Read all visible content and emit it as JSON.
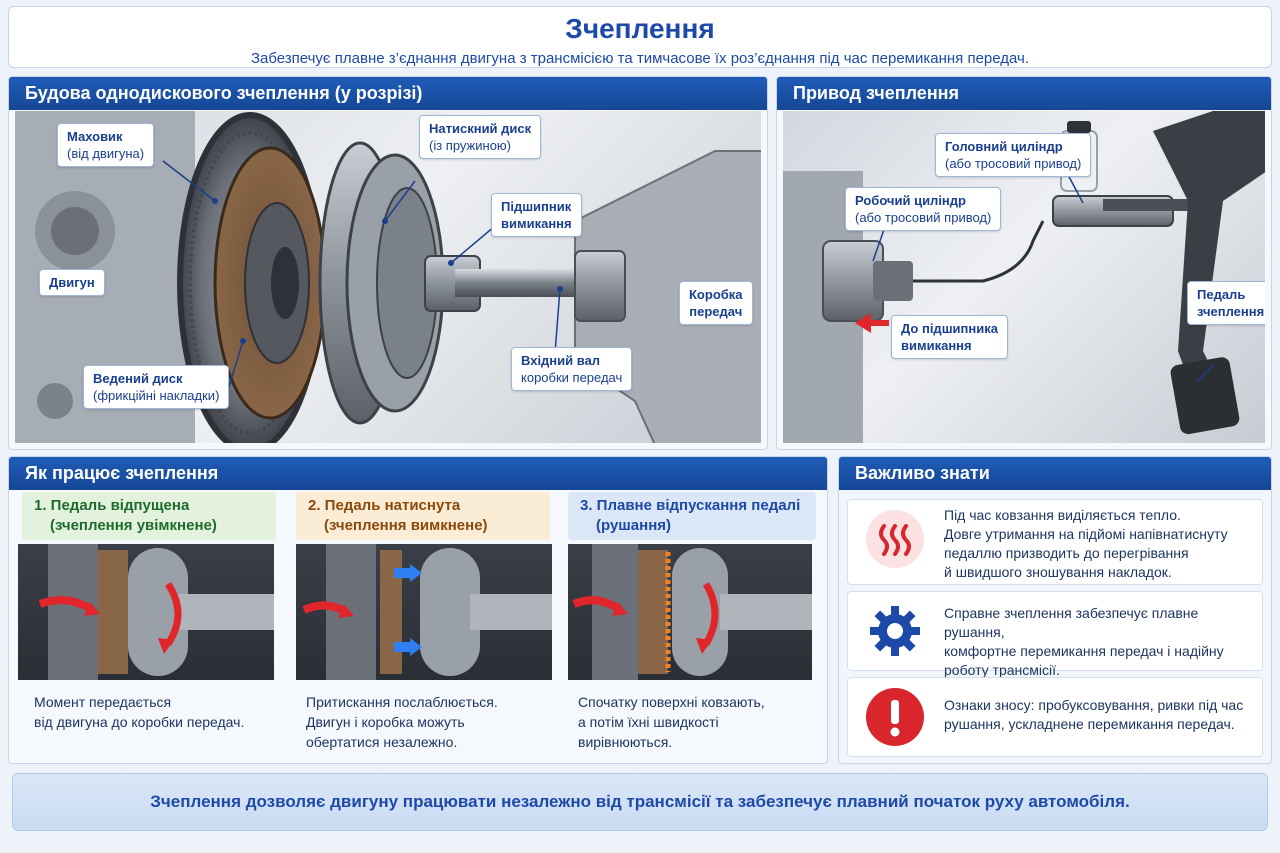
{
  "header": {
    "title": "Зчеплення",
    "subtitle": "Забезпечує плавне з’єднання двигуна з трансмісією та тимчасове їх роз’єднання під час перемикання передач."
  },
  "structure": {
    "title": "Будова однодискового зчеплення (у розрізі)",
    "labels": {
      "flywheel": {
        "title": "Маховик",
        "sub": "(від двигуна)"
      },
      "pressure_plate": {
        "title": "Натискний диск",
        "sub": "(із пружиною)"
      },
      "release_bearing": {
        "title": "Підшипник",
        "sub": "вимикання"
      },
      "engine": {
        "title": "Двигун"
      },
      "gearbox": {
        "title": "Коробка",
        "sub": "передач"
      },
      "input_shaft": {
        "title": "Вхідний вал",
        "sub": "коробки передач"
      },
      "driven_disc": {
        "title": "Ведений диск",
        "sub": "(фрикційні накладки)"
      }
    }
  },
  "drive": {
    "title": "Привод зчеплення",
    "labels": {
      "master_cylinder": {
        "title": "Головний циліндр",
        "sub": "(або тросовий привод)"
      },
      "slave_cylinder": {
        "title": "Робочий циліндр",
        "sub": "(або тросовий привод)"
      },
      "to_bearing": {
        "title": "До підшипника",
        "sub": "вимикання"
      },
      "pedal": {
        "title": "Педаль",
        "sub": "зчеплення"
      }
    }
  },
  "how": {
    "title": "Як працює зчеплення",
    "steps": [
      {
        "title": "1. Педаль відпущена",
        "subtitle": "(зчеплення увімкнене)",
        "lines": [
          "Момент передається",
          "від двигуна до коробки передач."
        ],
        "color": "#1e6b2e",
        "bg": "#e3f2dc"
      },
      {
        "title": "2. Педаль натиснута",
        "subtitle": "(зчеплення вимкнене)",
        "lines": [
          "Притискання послаблюється.",
          "Двигун і коробка можуть",
          "обертатися незалежно."
        ],
        "color": "#8a4a0c",
        "bg": "#fbecd6"
      },
      {
        "title": "3. Плавне відпускання педалі",
        "subtitle": "(рушання)",
        "lines": [
          "Спочатку поверхні ковзають,",
          "а потім їхні швидкості",
          "вирівнюються."
        ],
        "color": "#1d49a8",
        "bg": "#dbe7f7"
      }
    ]
  },
  "important": {
    "title": "Важливо знати",
    "items": [
      {
        "icon": "heat-icon",
        "lines": [
          "Під час ковзання виділяється тепло.",
          "Довге утримання на підйомі напівнатиснуту",
          "педаллю призводить до перегрівання",
          "й швидшого зношування накладок."
        ]
      },
      {
        "icon": "gear-icon",
        "lines": [
          "Справне зчеплення забезпечує плавне рушання,",
          "комфортне перемикання передач і надійну",
          "роботу трансмісії."
        ]
      },
      {
        "icon": "warning-icon",
        "lines": [
          "Ознаки зносу: пробуксовування, ривки під час",
          "рушання, ускладнене перемикання передач."
        ]
      }
    ]
  },
  "footer": {
    "text": "Зчеплення дозволяє двигуну працювати незалежно від трансмісії та забезпечує плавний початок руху автомобіля."
  },
  "colors": {
    "primary": "#1d49a8",
    "panel_head": "#1f5cb8",
    "accent_red": "#e0262b",
    "accent_blue": "#2f7ff0"
  }
}
